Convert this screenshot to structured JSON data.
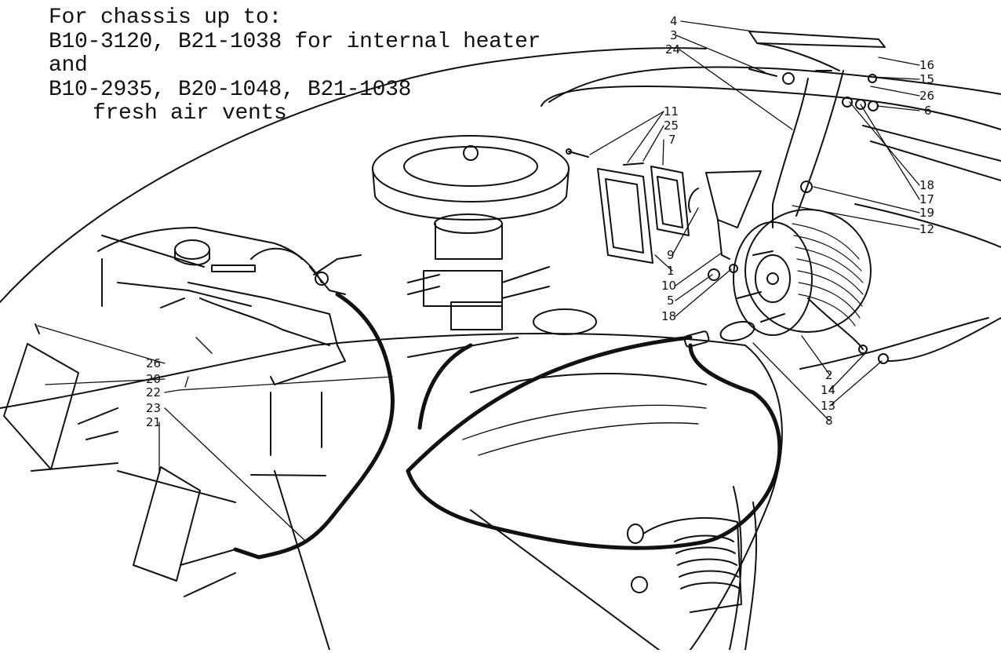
{
  "caption": {
    "line1": "For chassis up to:",
    "line2": "B10-3120, B21-1038 for internal heater",
    "line3": "and",
    "line4": "B10-2935, B20-1048, B21-1038",
    "line5": "fresh air vents"
  },
  "callouts": [
    "1",
    "2",
    "3",
    "4",
    "5",
    "6",
    "7",
    "8",
    "9",
    "10",
    "11",
    "12",
    "13",
    "14",
    "15",
    "16",
    "17",
    "18",
    "19",
    "20",
    "21",
    "22",
    "23",
    "24",
    "25",
    "26"
  ],
  "ink_color": "#111111"
}
